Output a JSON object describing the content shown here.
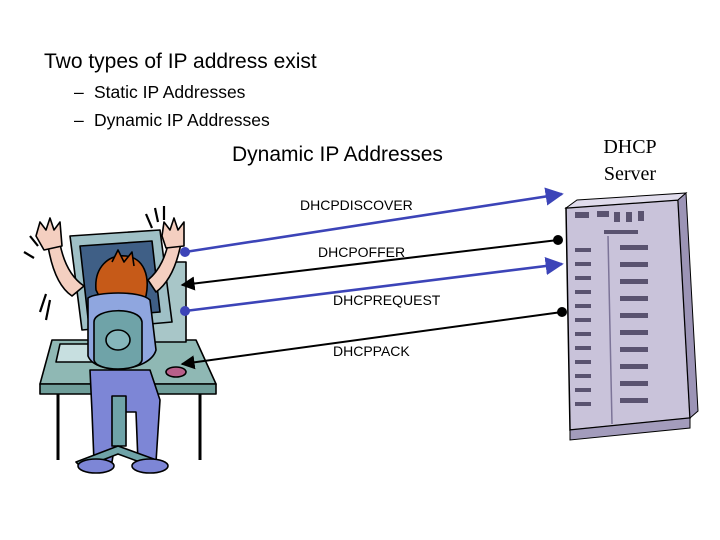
{
  "slide": {
    "bullet": "Two types of IP address exist",
    "sub_bullets": [
      {
        "dash": "–",
        "text": "Static IP Addresses"
      },
      {
        "dash": "–",
        "text": "Dynamic IP Addresses"
      }
    ],
    "section_title": "Dynamic IP Addresses",
    "server_label_line1": "DHCP",
    "server_label_line2": "Server"
  },
  "messages": [
    {
      "label": "DHCPDISCOVER",
      "direction": "client-to-server",
      "color": "#3c44b8"
    },
    {
      "label": "DHCPOFFER",
      "direction": "server-to-client",
      "color": "#000000"
    },
    {
      "label": "DHCPREQUEST",
      "direction": "client-to-server",
      "color": "#3c44b8"
    },
    {
      "label": "DHCPPACK",
      "direction": "server-to-client",
      "color": "#000000"
    }
  ],
  "colors": {
    "arrow_blue": "#3c44b8",
    "server_body": "#c9c3da",
    "server_shadow": "#9c94b6",
    "desk": "#8fb8b4",
    "chair": "#6fa3a8",
    "monitor_screen": "#3f5f86",
    "shirt": "#8fa6df",
    "pants": "#7d86d6",
    "hair": "#c65a18",
    "skin": "#f4cfc0"
  },
  "icons": [
    "frustrated-user-clipart",
    "server-tower-clipart"
  ]
}
